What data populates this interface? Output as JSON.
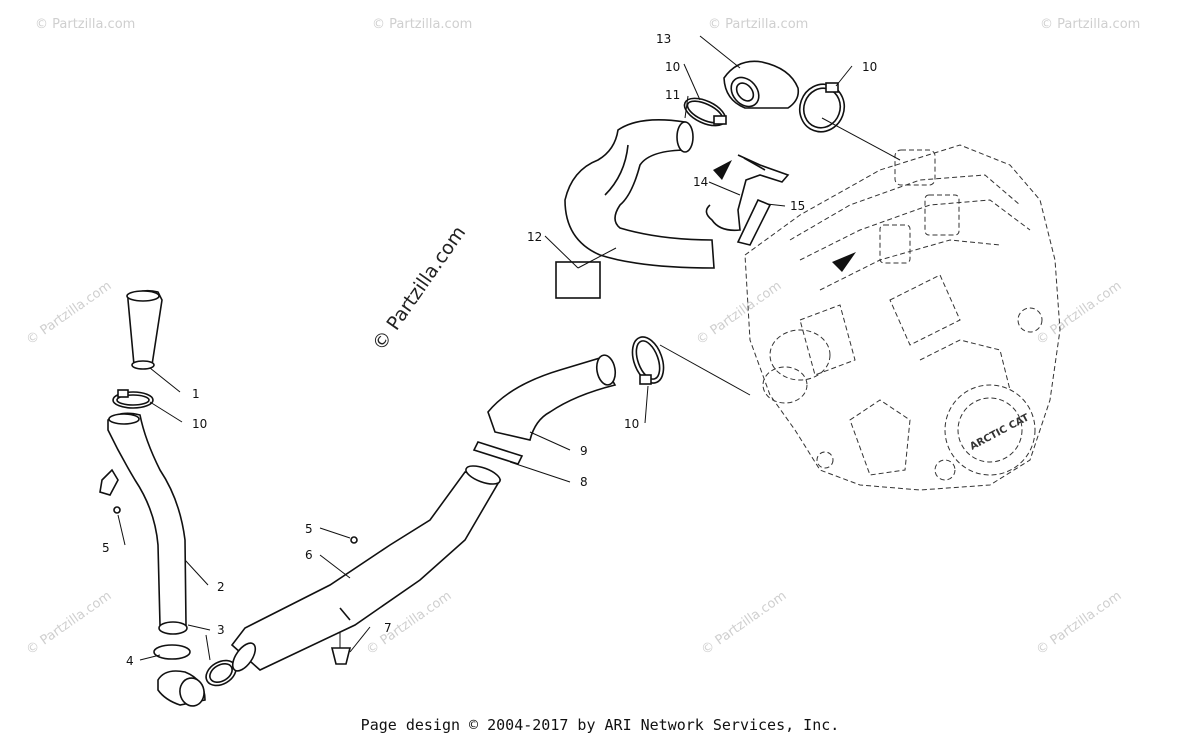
{
  "watermark": "© Partzilla.com",
  "main_watermark": "© Partzilla.com",
  "footer": "Page design © 2004-2017 by ARI Network Services, Inc.",
  "engine_brand": "ARCTIC CAT",
  "callouts": [
    "1",
    "10",
    "2",
    "5",
    "3",
    "4",
    "5",
    "6",
    "7",
    "8",
    "9",
    "10",
    "10",
    "10",
    "11",
    "12",
    "13",
    "14",
    "15"
  ]
}
